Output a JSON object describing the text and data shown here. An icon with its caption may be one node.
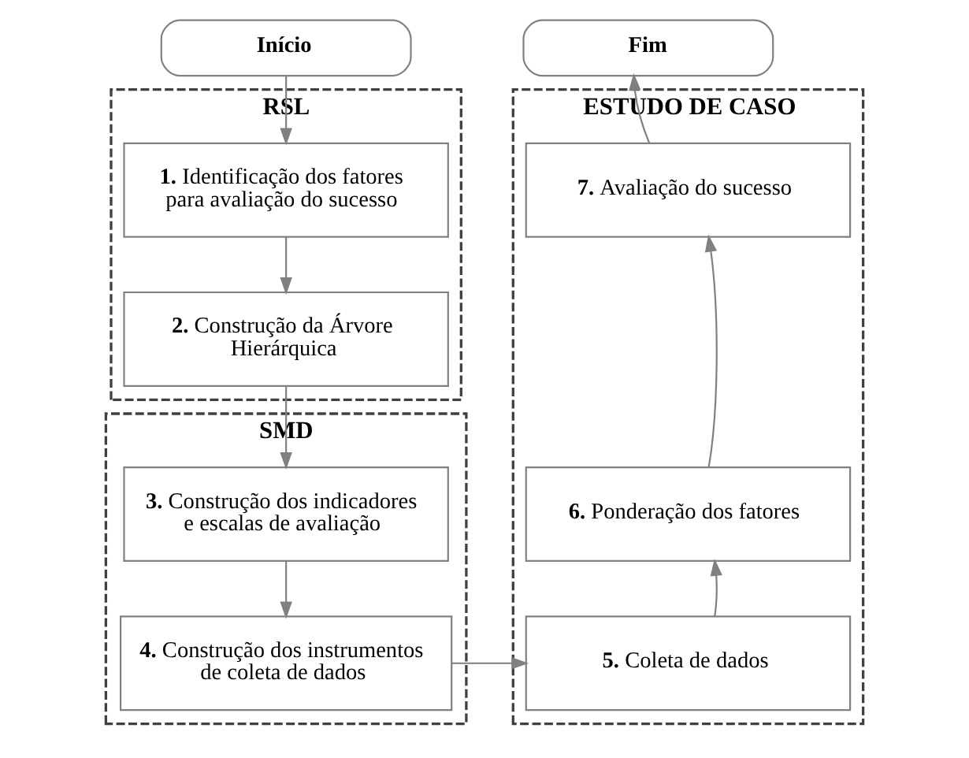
{
  "diagram": {
    "nodes": [
      {
        "text": [
          "Início"
        ]
      },
      {
        "text": [
          "RSL"
        ]
      },
      {
        "text": [
          "**1.** Identificação dos fatores para avaliação do sucesso"
        ],
        "in": 1
      },
      {
        "text": [
          "**2.** Construção da Árvore Hierárquica"
        ],
        "in": 1
      },
      {
        "text": [
          "SMD"
        ]
      },
      {
        "text": [
          "**3.** Construção dos indicadores e escalas de avaliação"
        ],
        "in": 4
      },
      {
        "text": [
          "**4.** Construção dos instrumentos de coleta de dados"
        ],
        "in": 4
      },
      {
        "text": [
          "ESTUDO DE CASO"
        ]
      },
      {
        "text": [
          "**5.** Coleta de dados"
        ],
        "in": 7
      },
      {
        "text": [
          "**6.** Ponderação dos fatores"
        ],
        "in": 7
      },
      {
        "text": [
          "**7.** Avaliação do sucesso"
        ],
        "in": 7
      },
      {
        "text": [
          "Fim"
        ]
      }
    ],
    "edges": [
      {
        "from": 0,
        "to": 2,
        "arrow": "to"
      },
      {
        "from": 2,
        "to": 3,
        "arrow": "to"
      },
      {
        "from": 3,
        "to": 5,
        "arrow": "to"
      },
      {
        "from": 5,
        "to": 6,
        "arrow": "to"
      },
      {
        "from": 6,
        "to": 8,
        "arrow": "to"
      },
      {
        "from": 8,
        "to": 9,
        "arrow": "to"
      },
      {
        "from": 9,
        "to": 10,
        "arrow": "to"
      },
      {
        "from": 10,
        "to": 11,
        "arrow": "to"
      }
    ]
  }
}
